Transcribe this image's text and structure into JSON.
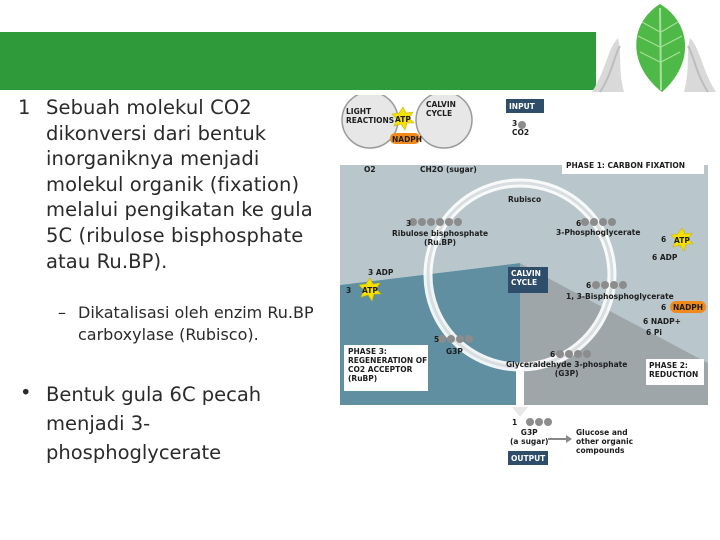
{
  "slide": {
    "bullets": [
      {
        "marker": "1",
        "text": "Sebuah molekul CO2 dikonversi dari bentuk inorganiknya menjadi molekul organik (fixation) melalui pengikatan ke gula   5C (ribulose bisphosphate atau Ru.BP).",
        "sub": {
          "marker": "–",
          "text": "Dikatalisasi oleh enzim Ru.BP carboxylase (Rubisco)."
        }
      },
      {
        "marker": "•",
        "text": "Bentuk gula 6C pecah menjadi 3-phosphoglycerate"
      }
    ]
  },
  "diagram": {
    "light_reactions": "LIGHT\nREACTIONS",
    "calvin_cycle_top": "CALVIN\nCYCLE",
    "atp_top": "ATP",
    "nadph_top": "NADPH",
    "o2": "O2",
    "ch2o": "CH2O (sugar)",
    "input_label": "INPUT",
    "input_co2": "3\nCO2",
    "phase1": "PHASE 1: CARBON FIXATION",
    "rubisco": "Rubisco",
    "rubp_count": "3",
    "rubp_label": "Ribulose bisphosphate\n(Ru.BP)",
    "pga_count": "6",
    "pga_label": "3-Phosphoglycerate",
    "atp6_count": "6",
    "atp6": "ATP",
    "adp6": "6 ADP",
    "adp3": "3 ADP",
    "atp3_count": "3",
    "atp3": "ATP",
    "calvin_center": "CALVIN\nCYCLE",
    "bpg_count": "6",
    "bpg_label": "1, 3-Bisphosphoglycerate",
    "nadph6_count": "6",
    "nadph6": "NADPH",
    "nadp6": "6 NADP+",
    "pi6": "6 Pi",
    "phase3": "PHASE 3:\nREGENERATION OF\nCO2 ACCEPTOR\n(RuBP)",
    "g3p5_count": "5",
    "g3p5": "G3P",
    "g3p6_count": "6",
    "g3p6_label": "Glyceraldehyde 3-phosphate\n(G3P)",
    "phase2": "PHASE 2:\nREDUCTION",
    "output_count": "1",
    "output_g3p": "G3P\n(a sugar)",
    "output_label": "OUTPUT",
    "glucose": "Glucose and\nother organic\ncompounds",
    "colors": {
      "phase1_bg": "#b9c6cc",
      "phase2_bg": "#9ea6aa",
      "phase3_bg": "#5f8fa0",
      "atp_yellow": "#f5e000",
      "nadph_orange": "#f08a1d",
      "header_green": "#2e9a3a"
    }
  }
}
